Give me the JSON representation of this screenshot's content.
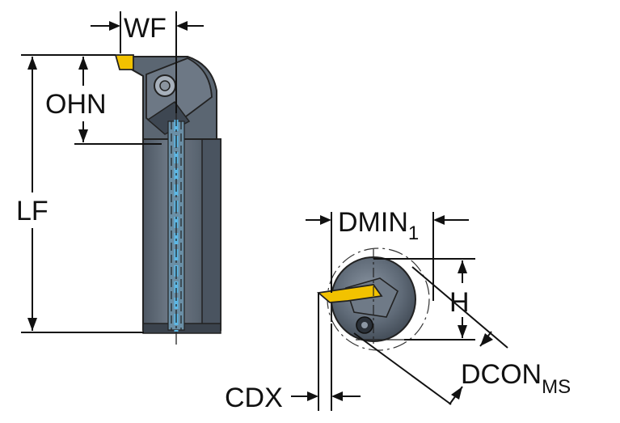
{
  "labels": {
    "wf": "WF",
    "ohn": "OHN",
    "lf": "LF",
    "dmin": "DMIN",
    "dmin_sub": "1",
    "h": "H",
    "dcon": "DCON",
    "dcon_sub": "MS",
    "cdx": "CDX"
  },
  "colors": {
    "tool_body": "#5f6a77",
    "tool_dark": "#353d47",
    "tool_light": "#8c97a4",
    "insert": "#f2c200",
    "coolant": "#5cb8e6",
    "line": "#111111"
  }
}
